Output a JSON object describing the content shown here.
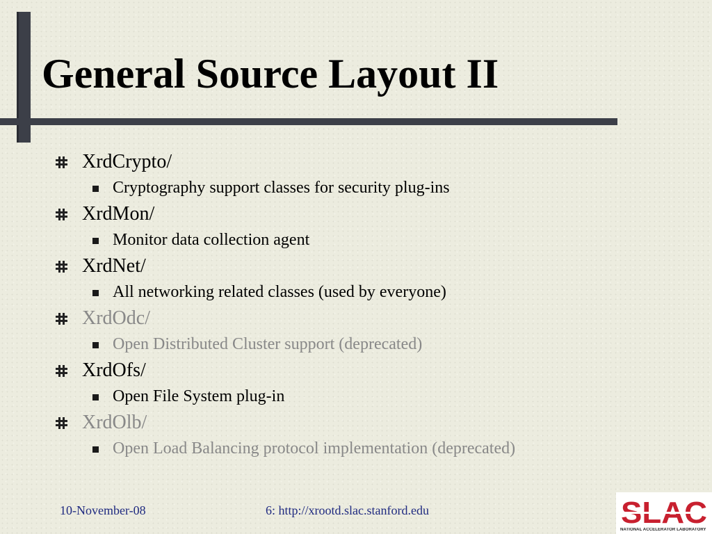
{
  "slide": {
    "title": "General Source Layout II",
    "items": [
      {
        "heading": "XrdCrypto/",
        "detail": "Cryptography support classes for security plug-ins",
        "deprecated": false
      },
      {
        "heading": "XrdMon/",
        "detail": "Monitor data collection agent",
        "deprecated": false
      },
      {
        "heading": "XrdNet/",
        "detail": "All  networking related classes (used by everyone)",
        "deprecated": false
      },
      {
        "heading": "XrdOdc/",
        "detail": "Open Distributed Cluster support (deprecated)",
        "deprecated": true
      },
      {
        "heading": "XrdOfs/",
        "detail": "Open File System plug-in",
        "deprecated": false
      },
      {
        "heading": "XrdOlb/",
        "detail": "Open Load Balancing protocol implementation (deprecated)",
        "deprecated": true
      }
    ]
  },
  "footer": {
    "date": "10-November-08",
    "page_url": "6: http://xrootd.slac.stanford.edu"
  },
  "logo": {
    "name": "SLAC",
    "subtitle": "NATIONAL ACCELERATOR LABORATORY"
  },
  "colors": {
    "text": "#000000",
    "muted": "#888888",
    "footer": "#1f2a80",
    "bars": "#3c3f48",
    "logo_red": "#c8202f"
  },
  "icons": {
    "level1_bullet": "hash-bullet-icon",
    "level2_bullet": "square-bullet-icon"
  }
}
